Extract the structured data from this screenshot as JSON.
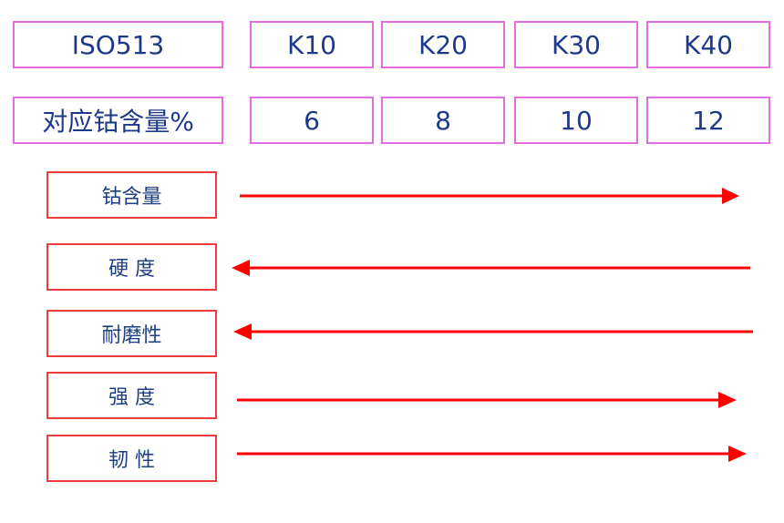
{
  "grade_table": {
    "header_label": "ISO513",
    "grades": [
      "K10",
      "K20",
      "K30",
      "K40"
    ],
    "row_label": "对应钴含量%",
    "cobalt_values": [
      "6",
      "8",
      "10",
      "12"
    ]
  },
  "properties": [
    {
      "label": "钴含量",
      "direction": "right"
    },
    {
      "label": "硬 度",
      "direction": "left"
    },
    {
      "label": "耐磨性",
      "direction": "left"
    },
    {
      "label": "强 度",
      "direction": "right"
    },
    {
      "label": "韧 性",
      "direction": "right"
    }
  ],
  "colors": {
    "table_border": "#e36ce0",
    "table_text": "#1d3a8a",
    "property_border": "#ef3b3b",
    "property_text": "#1f3f83",
    "arrow": "#ff0000"
  }
}
